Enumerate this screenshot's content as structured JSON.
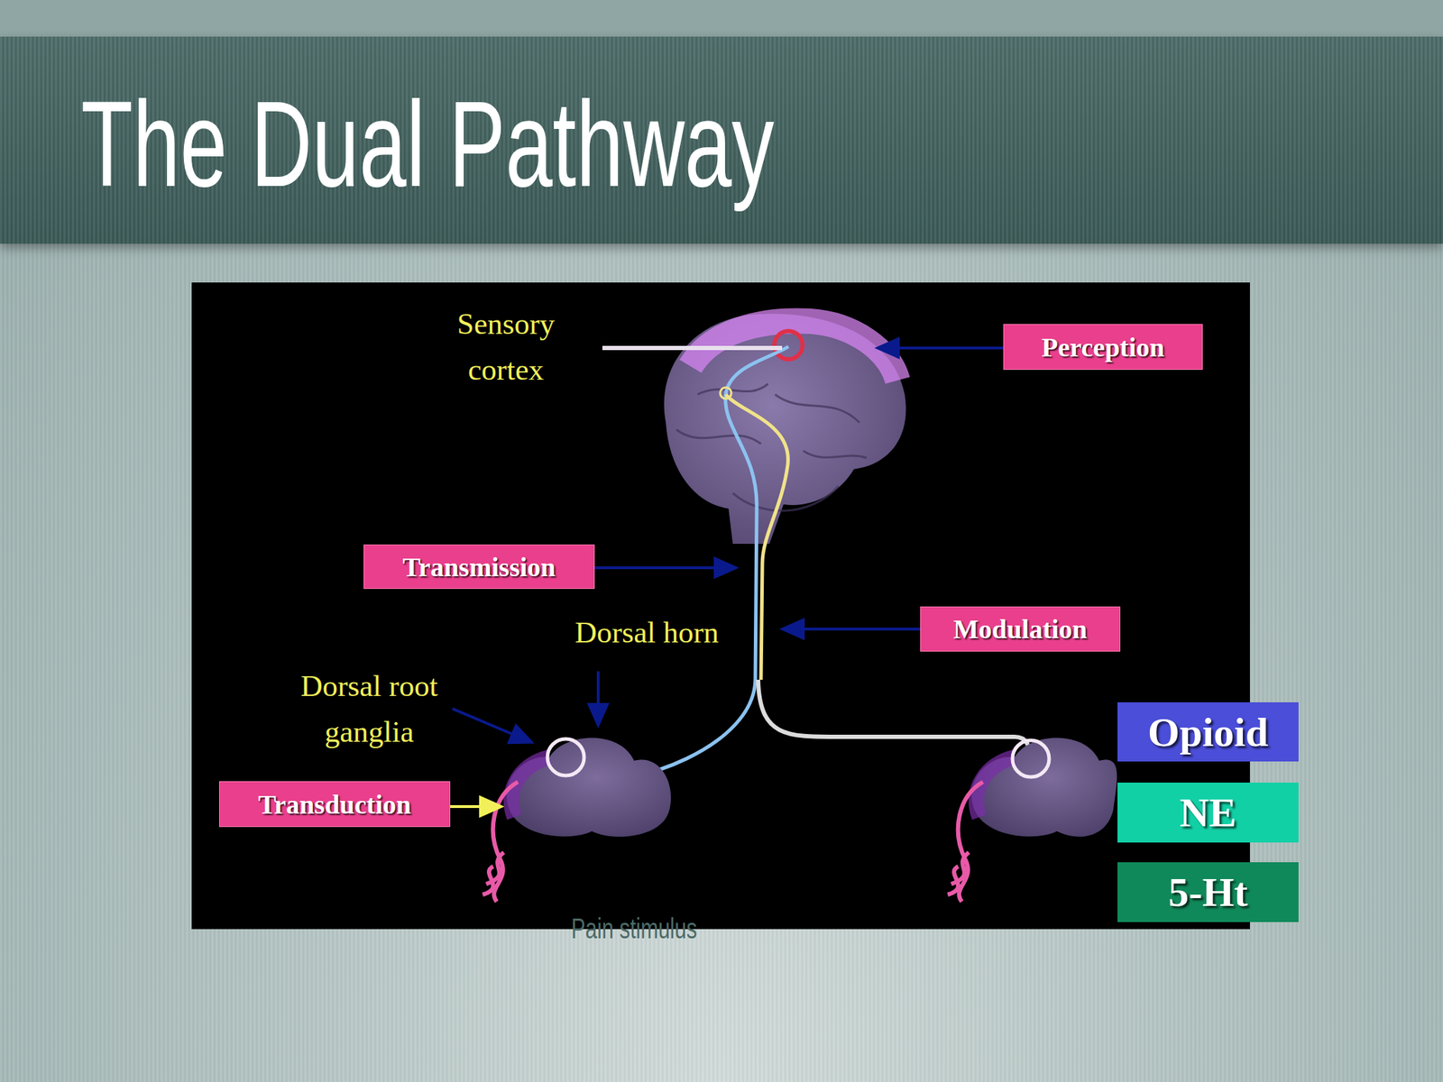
{
  "diagram": {
    "title": "The Dual Pathway",
    "nodes": [
      {
        "text": [
          "Perception"
        ]
      },
      {
        "text": [
          "Transmission"
        ]
      },
      {
        "text": [
          "Modulation"
        ]
      },
      {
        "text": [
          "Opioid"
        ]
      },
      {
        "text": [
          "Transduction"
        ]
      },
      {
        "text": [
          "NE"
        ]
      },
      {
        "text": [
          "5-Ht"
        ]
      }
    ],
    "labels": [
      "Sensory cortex",
      "Dorsal horn",
      "Dorsal root ganglia",
      "Pain stimulus"
    ]
  }
}
